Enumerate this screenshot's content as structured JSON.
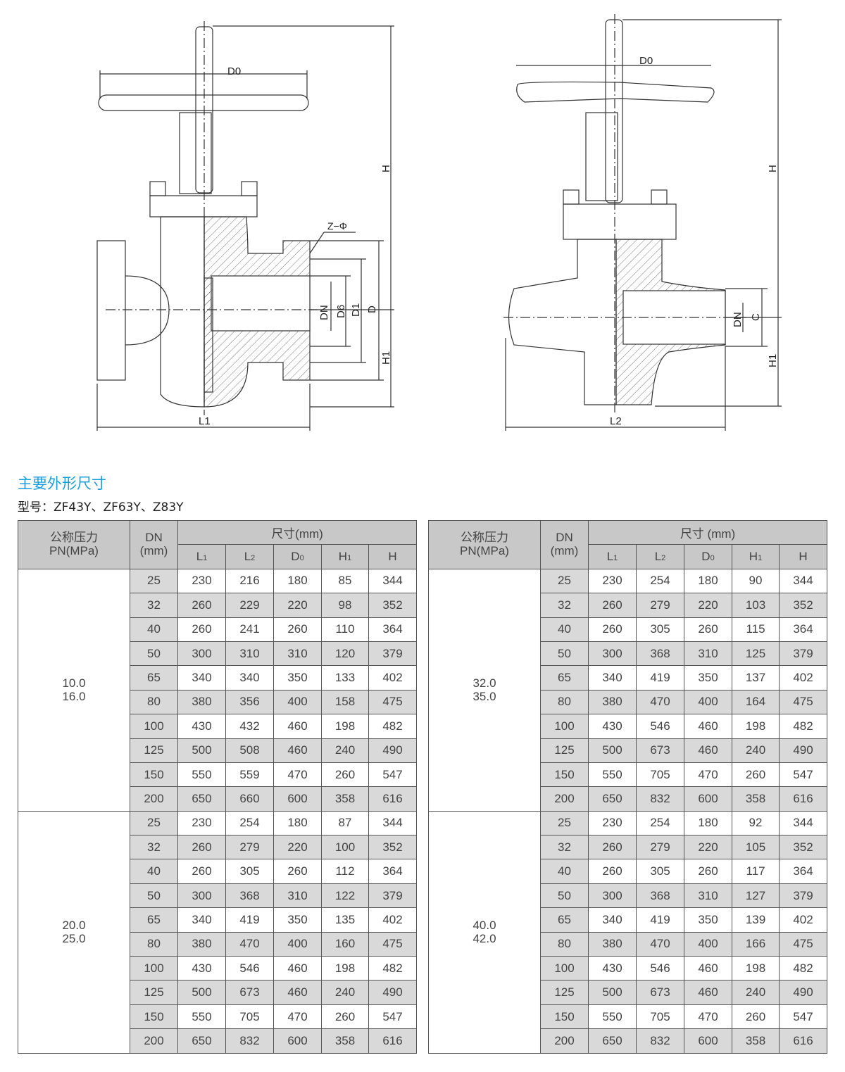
{
  "drawings": {
    "left": {
      "D0": "D0",
      "H": "H",
      "ZPhi": "Z−Φ",
      "DN": "DN",
      "D6": "D6",
      "D1": "D1",
      "D": "D",
      "H1": "H1",
      "L1": "L1"
    },
    "right": {
      "D0": "D0",
      "H": "H",
      "DN": "DN",
      "C": "C",
      "H1": "H1",
      "L2": "L2"
    }
  },
  "section_title": "主要外形尺寸",
  "model_line": "型号：ZF43Y、ZF63Y、Z83Y",
  "tables": [
    {
      "headers": {
        "pn": [
          "公称压力",
          "PN(MPa)"
        ],
        "dn": [
          "DN",
          "(mm)"
        ],
        "size": "尺寸(mm)",
        "cols": [
          "L1",
          "L2",
          "D0",
          "H1",
          "H"
        ]
      },
      "groups": [
        {
          "pn": [
            "10.0",
            "16.0"
          ],
          "rows": [
            [
              "25",
              "230",
              "216",
              "180",
              "85",
              "344"
            ],
            [
              "32",
              "260",
              "229",
              "220",
              "98",
              "352"
            ],
            [
              "40",
              "260",
              "241",
              "260",
              "110",
              "364"
            ],
            [
              "50",
              "300",
              "310",
              "310",
              "120",
              "379"
            ],
            [
              "65",
              "340",
              "340",
              "350",
              "133",
              "402"
            ],
            [
              "80",
              "380",
              "356",
              "400",
              "158",
              "475"
            ],
            [
              "100",
              "430",
              "432",
              "460",
              "198",
              "482"
            ],
            [
              "125",
              "500",
              "508",
              "460",
              "240",
              "490"
            ],
            [
              "150",
              "550",
              "559",
              "470",
              "260",
              "547"
            ],
            [
              "200",
              "650",
              "660",
              "600",
              "358",
              "616"
            ]
          ]
        },
        {
          "pn": [
            "20.0",
            "25.0"
          ],
          "rows": [
            [
              "25",
              "230",
              "254",
              "180",
              "87",
              "344"
            ],
            [
              "32",
              "260",
              "279",
              "220",
              "100",
              "352"
            ],
            [
              "40",
              "260",
              "305",
              "260",
              "112",
              "364"
            ],
            [
              "50",
              "300",
              "368",
              "310",
              "122",
              "379"
            ],
            [
              "65",
              "340",
              "419",
              "350",
              "135",
              "402"
            ],
            [
              "80",
              "380",
              "470",
              "400",
              "160",
              "475"
            ],
            [
              "100",
              "430",
              "546",
              "460",
              "198",
              "482"
            ],
            [
              "125",
              "500",
              "673",
              "460",
              "240",
              "490"
            ],
            [
              "150",
              "550",
              "705",
              "470",
              "260",
              "547"
            ],
            [
              "200",
              "650",
              "832",
              "600",
              "358",
              "616"
            ]
          ]
        }
      ]
    },
    {
      "headers": {
        "pn": [
          "公称压力",
          "PN(MPa)"
        ],
        "dn": [
          "DN",
          "(mm)"
        ],
        "size": "尺寸 (mm)",
        "cols": [
          "L1",
          "L2",
          "D0",
          "H1",
          "H"
        ]
      },
      "groups": [
        {
          "pn": [
            "32.0",
            "35.0"
          ],
          "rows": [
            [
              "25",
              "230",
              "254",
              "180",
              "90",
              "344"
            ],
            [
              "32",
              "260",
              "279",
              "220",
              "103",
              "352"
            ],
            [
              "40",
              "260",
              "305",
              "260",
              "115",
              "364"
            ],
            [
              "50",
              "300",
              "368",
              "310",
              "125",
              "379"
            ],
            [
              "65",
              "340",
              "419",
              "350",
              "137",
              "402"
            ],
            [
              "80",
              "380",
              "470",
              "400",
              "164",
              "475"
            ],
            [
              "100",
              "430",
              "546",
              "460",
              "198",
              "482"
            ],
            [
              "125",
              "500",
              "673",
              "460",
              "240",
              "490"
            ],
            [
              "150",
              "550",
              "705",
              "470",
              "260",
              "547"
            ],
            [
              "200",
              "650",
              "832",
              "600",
              "358",
              "616"
            ]
          ]
        },
        {
          "pn": [
            "40.0",
            "42.0"
          ],
          "rows": [
            [
              "25",
              "230",
              "254",
              "180",
              "92",
              "344"
            ],
            [
              "32",
              "260",
              "279",
              "220",
              "105",
              "352"
            ],
            [
              "40",
              "260",
              "305",
              "260",
              "117",
              "364"
            ],
            [
              "50",
              "300",
              "368",
              "310",
              "127",
              "379"
            ],
            [
              "65",
              "340",
              "419",
              "350",
              "139",
              "402"
            ],
            [
              "80",
              "380",
              "470",
              "400",
              "166",
              "475"
            ],
            [
              "100",
              "430",
              "546",
              "460",
              "198",
              "482"
            ],
            [
              "125",
              "500",
              "673",
              "460",
              "240",
              "490"
            ],
            [
              "150",
              "550",
              "705",
              "470",
              "260",
              "547"
            ],
            [
              "200",
              "650",
              "832",
              "600",
              "358",
              "616"
            ]
          ]
        }
      ]
    }
  ]
}
